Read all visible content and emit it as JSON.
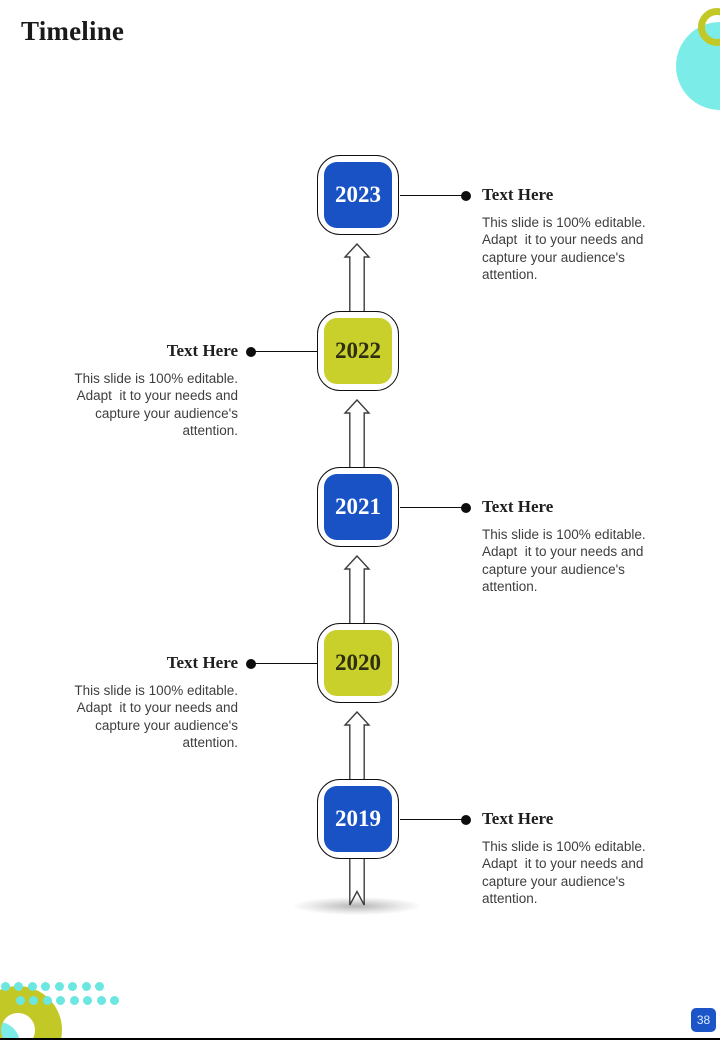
{
  "slide": {
    "title": "Timeline",
    "page_number": "38"
  },
  "colors": {
    "badge_blue": "#1952C4",
    "badge_yellow_green": "#C9CF2B",
    "teal_circle": "#7CECE8",
    "teal_dots": "#6CE6E0",
    "ring_yellow": "#C2C927",
    "page_badge_blue": "#1C55C8"
  },
  "timeline": {
    "items": [
      {
        "year": "2023",
        "side": "right",
        "badge_color": "blue",
        "heading": "Text Here",
        "body": "This slide is 100% editable. Adapt  it to your needs and capture your audience's attention."
      },
      {
        "year": "2022",
        "side": "left",
        "badge_color": "yellow_green",
        "heading": "Text Here",
        "body": "This slide is 100% editable. Adapt  it to your needs and capture your audience's attention."
      },
      {
        "year": "2021",
        "side": "right",
        "badge_color": "blue",
        "heading": "Text Here",
        "body": "This slide is 100% editable. Adapt  it to your needs and capture your audience's attention."
      },
      {
        "year": "2020",
        "side": "left",
        "badge_color": "yellow_green",
        "heading": "Text Here",
        "body": "This slide is 100% editable. Adapt  it to your needs and capture your audience's attention."
      },
      {
        "year": "2019",
        "side": "right",
        "badge_color": "blue",
        "heading": "Text Here",
        "body": "This slide is 100% editable. Adapt  it to your needs and capture your audience's attention."
      }
    ]
  }
}
